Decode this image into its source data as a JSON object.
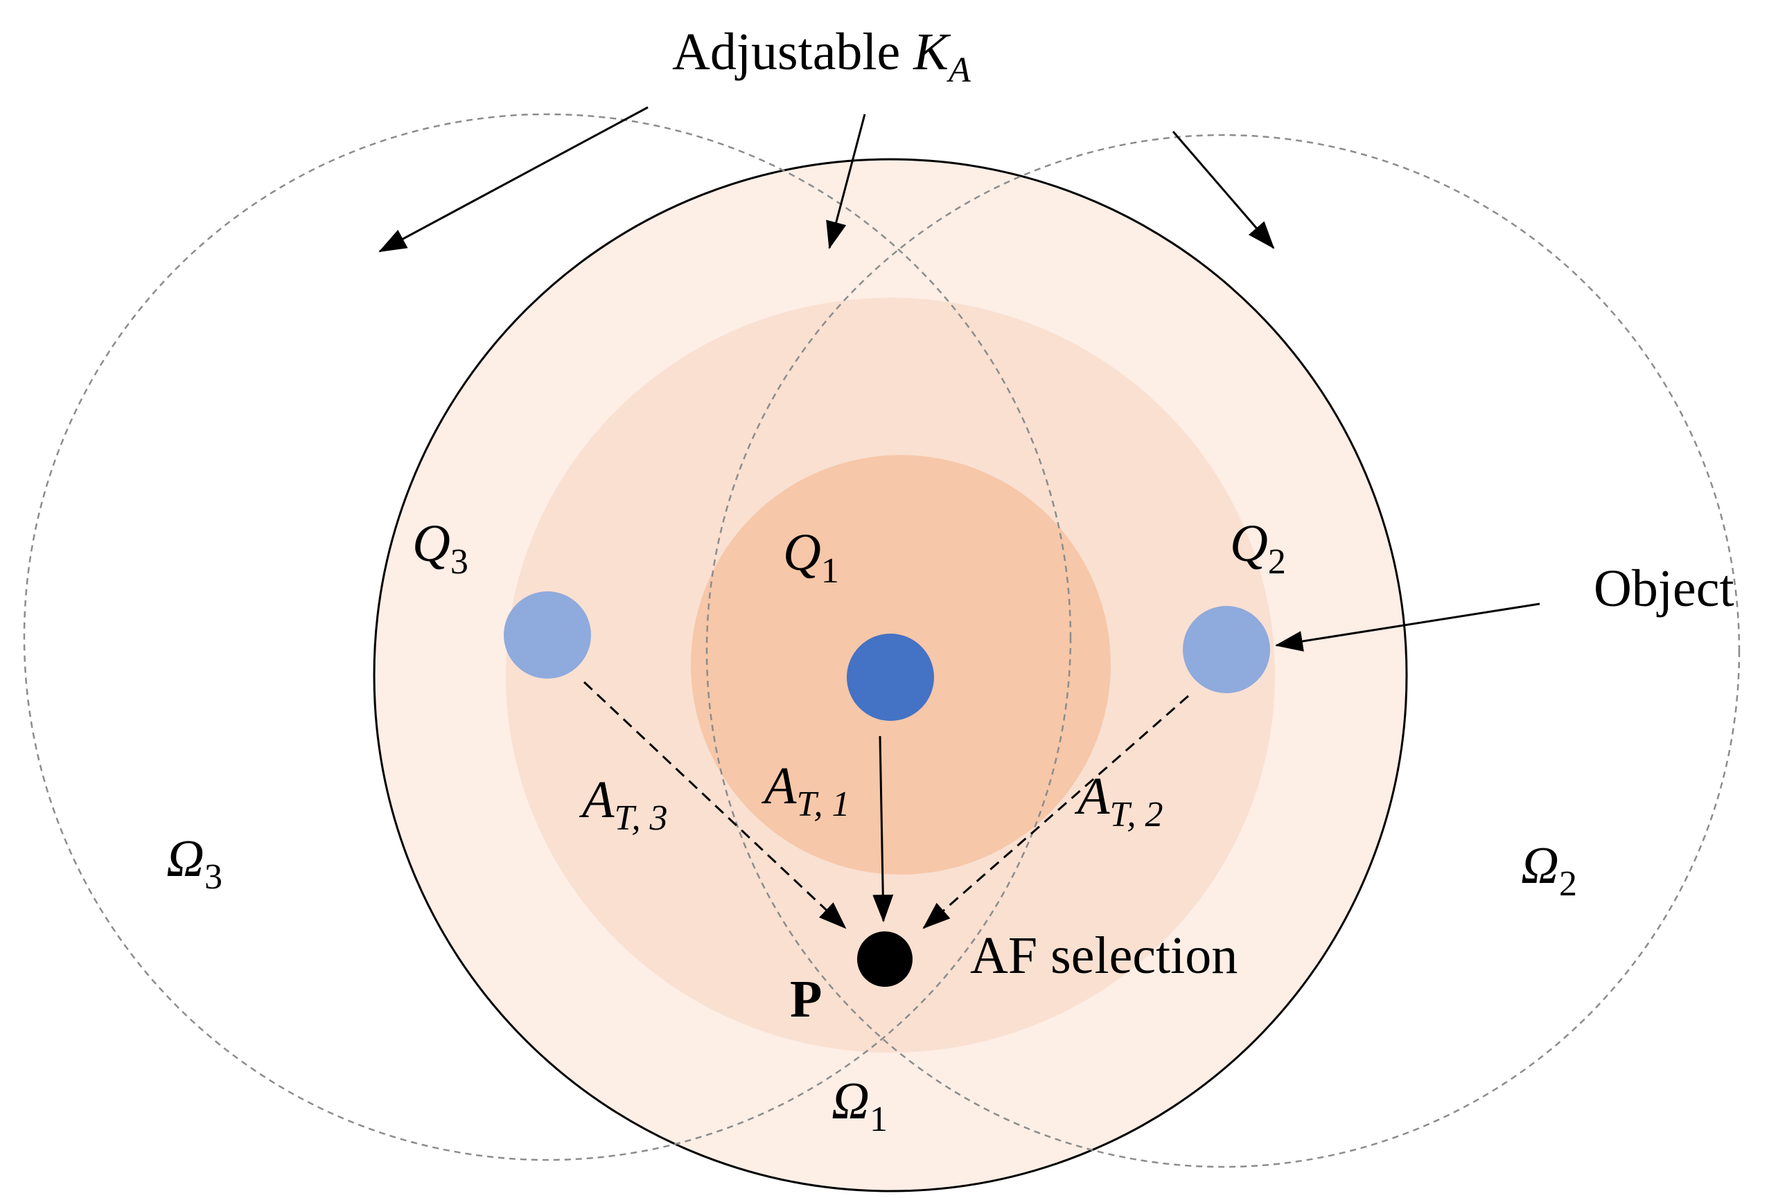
{
  "labels": {
    "adjustable": {
      "text": "Adjustable ",
      "symbol": "K",
      "subscript": "A"
    },
    "object": "Object",
    "af_selection": "AF selection",
    "point_p": "P",
    "regions": [
      {
        "symbol": "Ω",
        "subscript": "1"
      },
      {
        "symbol": "Ω",
        "subscript": "2"
      },
      {
        "symbol": "Ω",
        "subscript": "3"
      }
    ],
    "objects": [
      {
        "symbol": "Q",
        "subscript": "1"
      },
      {
        "symbol": "Q",
        "subscript": "2"
      },
      {
        "symbol": "Q",
        "subscript": "3"
      }
    ],
    "transfers": [
      {
        "symbol": "A",
        "subscript": "T, 1"
      },
      {
        "symbol": "A",
        "subscript": "T, 2"
      },
      {
        "symbol": "A",
        "subscript": "T, 3"
      }
    ]
  },
  "colors": {
    "outer_fill": "#fdeee6",
    "middle_fill": "#f9e0d1",
    "inner_fill": "#f6c7a9",
    "object_primary": "#4472c4",
    "object_secondary": "#8faadc",
    "point": "#000000",
    "stroke": "#000000",
    "dashed_circle": "#8c8c8c"
  }
}
